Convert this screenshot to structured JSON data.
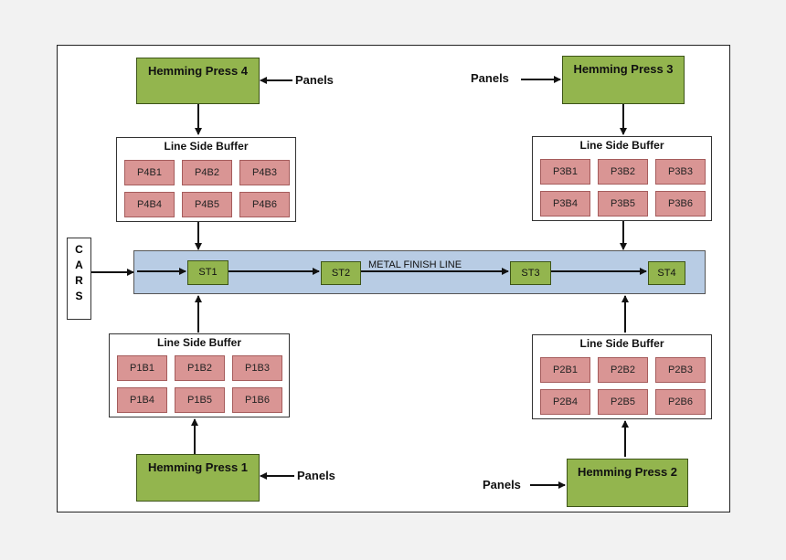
{
  "presses": {
    "p1": "Hemming Press 1",
    "p2": "Hemming Press 2",
    "p3": "Hemming Press 3",
    "p4": "Hemming Press 4"
  },
  "buffer_title": "Line Side Buffer",
  "buffers": {
    "p1": [
      "P1B1",
      "P1B2",
      "P1B3",
      "P1B4",
      "P1B5",
      "P1B6"
    ],
    "p2": [
      "P2B1",
      "P2B2",
      "P2B3",
      "P2B4",
      "P2B5",
      "P2B6"
    ],
    "p3": [
      "P3B1",
      "P3B2",
      "P3B3",
      "P3B4",
      "P3B5",
      "P3B6"
    ],
    "p4": [
      "P4B1",
      "P4B2",
      "P4B3",
      "P4B4",
      "P4B5",
      "P4B6"
    ]
  },
  "panels_label": "Panels",
  "line_label": "METAL FINISH LINE",
  "stations": [
    "ST1",
    "ST2",
    "ST3",
    "ST4"
  ],
  "cars_letters": [
    "C",
    "A",
    "R",
    "S"
  ],
  "colors": {
    "press": "#93b54e",
    "buffer_cell": "#d99594",
    "line": "#b8cce4"
  }
}
